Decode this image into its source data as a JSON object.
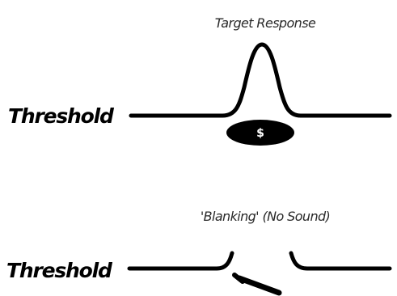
{
  "top_panel": {
    "caption": "Target Response",
    "threshold_label": "Threshold",
    "coin_symbol": "$"
  },
  "bottom_panel": {
    "caption": "'Blanking' (No Sound)",
    "threshold_label": "Threshold"
  },
  "colors": {
    "line": "#000000",
    "caption_text": "#2a2a2a",
    "coin_fill": "#000000",
    "coin_symbol": "#ffffff"
  }
}
